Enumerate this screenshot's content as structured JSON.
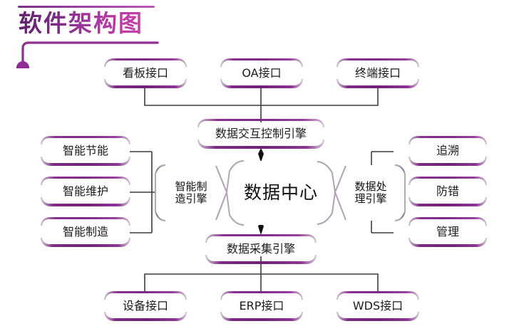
{
  "header": {
    "title": "软件架构图"
  },
  "colors": {
    "accent_purple": "#7b2d8b",
    "accent_magenta": "#c93fa8",
    "border_dark": "#6e2277",
    "connector_gray": "#3c3c3c",
    "background": "#ffffff"
  },
  "diagram": {
    "top_interfaces": [
      {
        "label": "看板接口"
      },
      {
        "label": "OA接口"
      },
      {
        "label": "终端接口"
      }
    ],
    "control_engine": {
      "label": "数据交互控制引擎"
    },
    "collect_engine": {
      "label": "数据采集引擎"
    },
    "core": {
      "label": "数据中心"
    },
    "left_engine": {
      "label": "智能制\n造引擎"
    },
    "right_engine": {
      "label": "数据处\n理引擎"
    },
    "left_modules": [
      {
        "label": "智能节能"
      },
      {
        "label": "智能维护"
      },
      {
        "label": "智能制造"
      }
    ],
    "right_modules": [
      {
        "label": "追溯"
      },
      {
        "label": "防错"
      },
      {
        "label": "管理"
      }
    ],
    "bottom_interfaces": [
      {
        "label": "设备接口"
      },
      {
        "label": "ERP接口"
      },
      {
        "label": "WDS接口"
      }
    ]
  }
}
